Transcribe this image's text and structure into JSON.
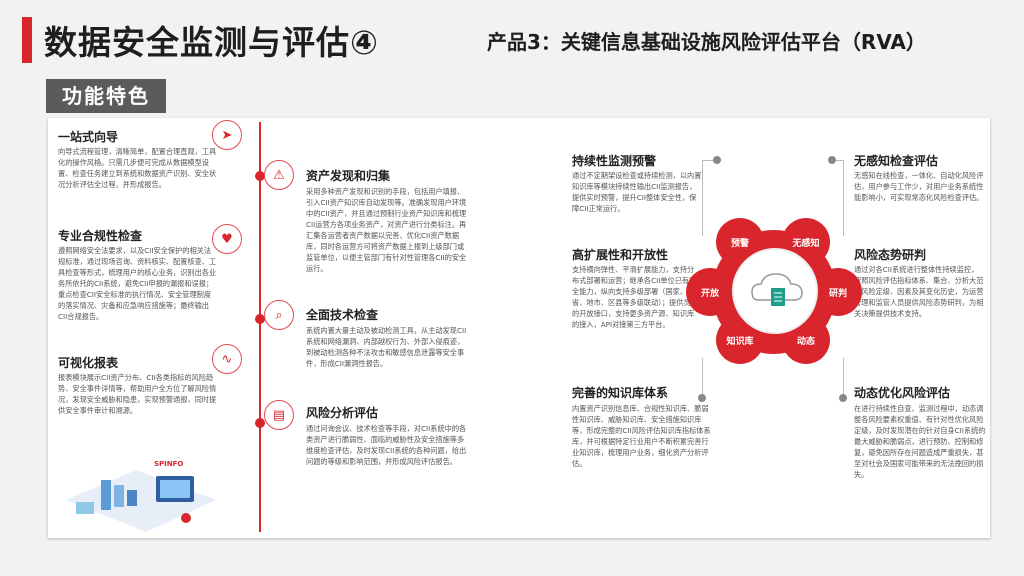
{
  "header": {
    "title": "数据安全监测与评估④",
    "subtitle": "产品3：关键信息基础设施风险评估平台（RVA）"
  },
  "feature_tag": "功能特色",
  "left_col": [
    {
      "title": "一站式向导",
      "text": "向导式流程管理，清晰简单，配置合理直观，工具化的操作风格。只需几步便可完成从数据模型设置、检查任务建立到系统和数据资产识别、安全状况分析评估全过程，并形成报告。"
    },
    {
      "title": "专业合规性检查",
      "text": "遵照网络安全法要求，以及CII安全保护的相关法规标准，通过现场咨询、资料核实、配置核查、工具检查等形式，梳理用户的核心业务，识别出各业务所依托的CII系统，避免CII申报的漏报和误报；重点检查CII安全标准的执行情况、安全管理制度的落实情况、灾备和应急响应措施等；最终输出CII合规报告。"
    },
    {
      "title": "可视化报表",
      "text": "报表模块展示CII资产分布、CII各类指标的风险趋势、安全事件详情等，帮助用户全方位了解风险情况，发现安全威胁和隐患，实现预警通报，同时提供安全事件审计和溯源。"
    }
  ],
  "mid_col": [
    {
      "title": "资产发现和归集",
      "text": "采用多种资产发现和识别的手段，包括用户填报、引入CII资产知识库自动发现等。准确发现用户环境中的CII资产，并且通过预制行业资产知识库和梳理CII运营方各项业务资产，对资产进行分类标注。再汇集各运营者资产数据以完善、优化CII资产数据库，同时各运营方可将资产数据上报到上级部门或监管单位，以便主管部门有针对性管理各CII的安全运行。"
    },
    {
      "title": "全面技术检查",
      "text": "系统内置大量主动及被动检测工具，从主动发现CII系统和网络漏洞、内部越权行为、外部入侵痕迹，到被动检测各种不法攻击和敏感信息泄露等安全事件，形成CII漏洞性报告。"
    },
    {
      "title": "风险分析评估",
      "text": "通过问询会议、技术检查等手段，对CII系统中的各类资产进行脆弱性、面临的威胁性及安全措施等多维度检查评估，及时发现CII系统的各种问题，给出问题的等级和影响范围，并形成风险评估报告。"
    }
  ],
  "right_area": {
    "items": [
      {
        "title": "持续性监测预警",
        "text": "通过不定期架设检查或持续检测，以内置知识库等模块持续性输出CII监测报告，提供实时预警，提升CII整体安全性，保障CII正常运行。"
      },
      {
        "title": "无感知检查评估",
        "text": "无感知在线检查，一体化、自动化风险评估，用户参与工作少，对用户业务系统性能影响小，可实现常态化风险检查评估。"
      },
      {
        "title": "高扩展性和开放性",
        "text": "支持横向弹性、平滑扩展能力，支持分布式部署和运营；继承各CII单位已有安全能力，纵向支持多级部署（国家、省、地市、区县等多级联动）；提供灵活的开放接口，支持更多资产源、知识库的接入，API对接第三方平台。"
      },
      {
        "title": "风险态势研判",
        "text": "通过对各CII系统进行整体性持续监控，按照风险评估指标体系、集合、分析大范围风险定级、因素及其变化历史，为运营管理和监管人员提供风险态势研判，为相关决策提供技术支持。"
      },
      {
        "title": "完善的知识库体系",
        "text": "内置资产识别信息库、合规性知识库、脆弱性知识库、威胁知识库、安全措施知识库等，形成完整的CII风险评估知识库指标体系库，并可根据特定行业用户不断积累完善行业知识库，梳理用户业务，细化资产分析评估。"
      },
      {
        "title": "动态优化风险评估",
        "text": "在进行持续性自查、监测过程中，动态调整各风险要素权重值、有针对性优化风险定级，及时发现潜在的针对自身CII系统的最大威胁和脆弱点，进行预防、控制和修复，避免因所存在问题造成严重损失，甚至对社会及国家可能带来的无法挽回的损失。"
      }
    ],
    "petals": [
      "预警",
      "无感知",
      "开放",
      "研判",
      "知识库",
      "动态"
    ]
  },
  "logo_text": "SPINFO",
  "colors": {
    "accent": "#d9262c",
    "tag_bg": "#5b5b5b"
  }
}
